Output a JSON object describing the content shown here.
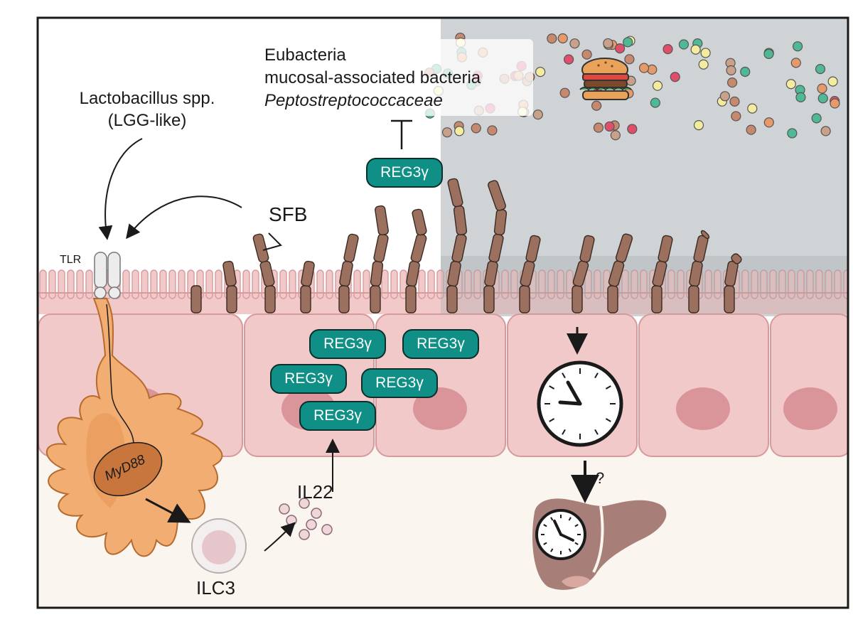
{
  "labels": {
    "lactobacillus_line1": "Lactobacillus spp.",
    "lactobacillus_line2": "(LGG-like)",
    "sfb": "SFB",
    "tlr": "TLR",
    "myd88": "MyD88",
    "il22": "IL22",
    "ilc3": "ILC3",
    "question": "?",
    "bacteria_line1": "Eubacteria",
    "bacteria_line2": "mucosal-associated bacteria",
    "bacteria_line3": "Peptostreptococcaceae"
  },
  "reg3g": {
    "top": "REG3γ",
    "cell_1": "REG3γ",
    "cell_2": "REG3γ",
    "cell_3": "REG3γ",
    "cell_4": "REG3γ",
    "cell_5": "REG3γ"
  },
  "icons": {
    "burger": "burger-icon",
    "intestinal_clock": "clock-icon",
    "liver_clock": "clock-icon",
    "liver": "liver-icon"
  },
  "colors": {
    "lumen_gray": "#cfd3d6",
    "epithelium": "#f2c9c9",
    "lamina_propria": "#fbf5ef",
    "nucleus": "#d9959a",
    "sfb_brown": "#9b705f",
    "reg3g_teal": "#0f8f85",
    "dendritic_orange": "#f2ae72",
    "liver_brown": "#a77e78"
  }
}
